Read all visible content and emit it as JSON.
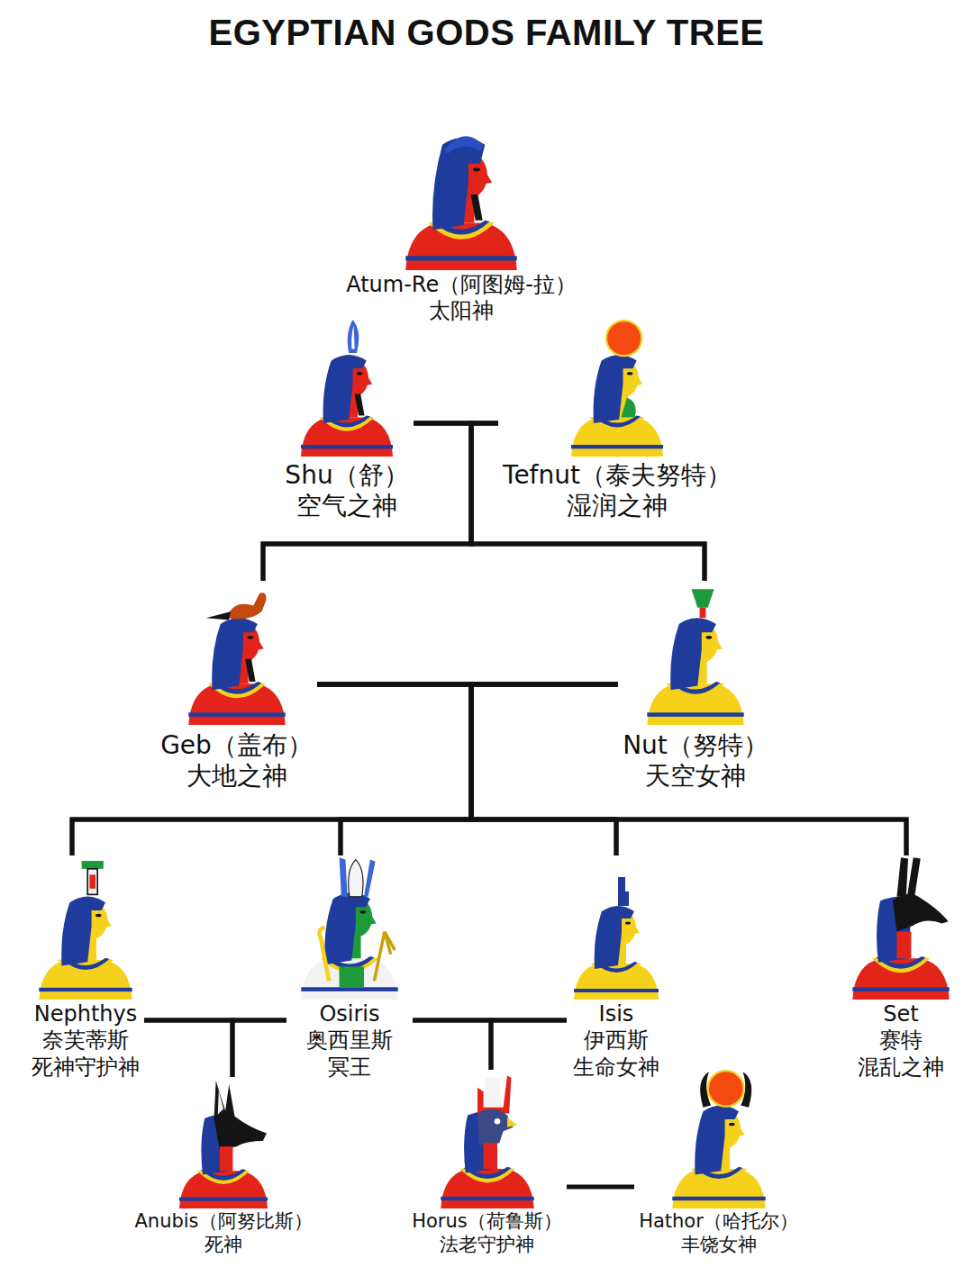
{
  "diagram": {
    "title": "EGYPTIAN GODS FAMILY TREE",
    "nodes": [
      {
        "text": [
          "Atum-Re（阿图姆-拉）",
          "太阳神"
        ]
      },
      {
        "text": [
          "Shu（舒）",
          "空气之神"
        ]
      },
      {
        "text": [
          "Tefnut（泰夫努特）",
          "湿润之神"
        ]
      },
      {
        "text": [
          "Geb（盖布）",
          "大地之神"
        ]
      },
      {
        "text": [
          "Nut（努特）",
          "天空女神"
        ]
      },
      {
        "text": [
          "Nephthys",
          "奈芙蒂斯",
          "死神守护神"
        ]
      },
      {
        "text": [
          "Osiris",
          "奥西里斯",
          "冥王"
        ]
      },
      {
        "text": [
          "Isis",
          "伊西斯",
          "生命女神"
        ]
      },
      {
        "text": [
          "Set",
          "赛特",
          "混乱之神"
        ]
      },
      {
        "text": [
          "Anubis（阿努比斯）",
          "死神"
        ]
      },
      {
        "text": [
          "Horus（荷鲁斯）",
          "法老守护神"
        ]
      },
      {
        "text": [
          "Hathor（哈托尔）",
          "丰饶女神"
        ]
      }
    ],
    "edges": [
      {
        "from": 1,
        "to": 2,
        "arrow": "none"
      },
      {
        "from": 1,
        "to": 3,
        "arrow": "none"
      },
      {
        "from": 1,
        "to": 4,
        "arrow": "none"
      },
      {
        "from": 2,
        "to": 3,
        "arrow": "none"
      },
      {
        "from": 2,
        "to": 4,
        "arrow": "none"
      },
      {
        "from": 3,
        "to": 4,
        "arrow": "none"
      },
      {
        "from": 3,
        "to": 5,
        "arrow": "none"
      },
      {
        "from": 3,
        "to": 6,
        "arrow": "none"
      },
      {
        "from": 3,
        "to": 7,
        "arrow": "none"
      },
      {
        "from": 3,
        "to": 8,
        "arrow": "none"
      },
      {
        "from": 4,
        "to": 5,
        "arrow": "none"
      },
      {
        "from": 4,
        "to": 6,
        "arrow": "none"
      },
      {
        "from": 4,
        "to": 7,
        "arrow": "none"
      },
      {
        "from": 4,
        "to": 8,
        "arrow": "none"
      },
      {
        "from": 5,
        "to": 6,
        "arrow": "none"
      },
      {
        "from": 5,
        "to": 9,
        "arrow": "none"
      },
      {
        "from": 6,
        "to": 9,
        "arrow": "none"
      },
      {
        "from": 6,
        "to": 7,
        "arrow": "none"
      },
      {
        "from": 6,
        "to": 10,
        "arrow": "none"
      },
      {
        "from": 7,
        "to": 10,
        "arrow": "none"
      },
      {
        "from": 10,
        "to": 11,
        "arrow": "none"
      }
    ]
  }
}
